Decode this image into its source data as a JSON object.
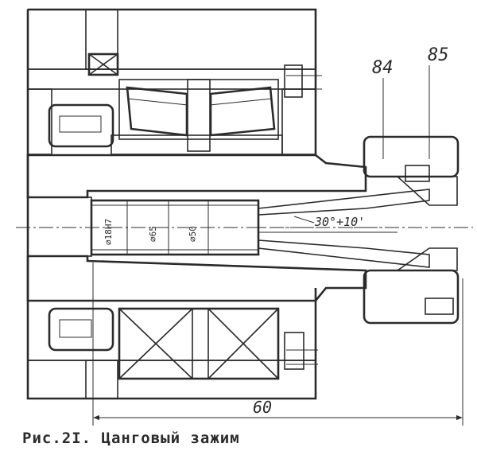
{
  "callouts": {
    "part_a": "84",
    "part_b": "85"
  },
  "angle_note": "30°+10'",
  "diameters": {
    "d1": "⌀18H7",
    "d2": "⌀65",
    "d3": "⌀50"
  },
  "overall_dimension": "60",
  "caption": "Рис.2I. Цанговый зажим"
}
